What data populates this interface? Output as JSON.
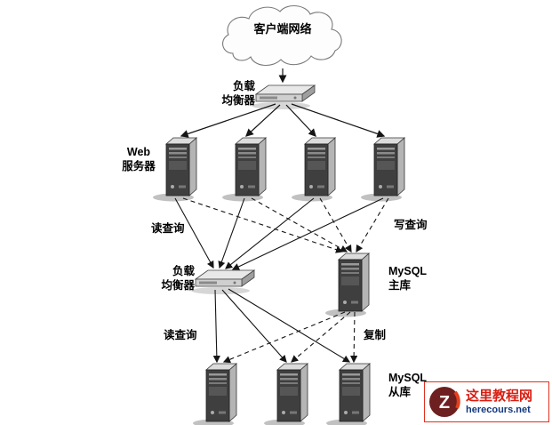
{
  "diagram": {
    "cloud": {
      "label": "客户端网络"
    },
    "load_balancer_top": {
      "label_line1": "负载",
      "label_line2": "均衡器"
    },
    "web_servers": {
      "label_line1": "Web",
      "label_line2": "服务器",
      "count": 4
    },
    "edge_labels": {
      "read_query_mid": "读查询",
      "write_query": "写查询",
      "read_query_bottom": "读查询",
      "replication": "复制"
    },
    "load_balancer_bottom": {
      "label_line1": "负载",
      "label_line2": "均衡器"
    },
    "mysql_master": {
      "label_line1": "MySQL",
      "label_line2": "主库"
    },
    "mysql_slaves": {
      "label_line1": "MySQL",
      "label_line2": "从库",
      "count": 3
    }
  },
  "watermark": {
    "site_name": "这里教程网",
    "site_url": "herecours.net",
    "logo_letter": "Z"
  },
  "colors": {
    "line_black": "#151515",
    "accent_red": "#d81e12",
    "url_blue": "#14387f"
  }
}
